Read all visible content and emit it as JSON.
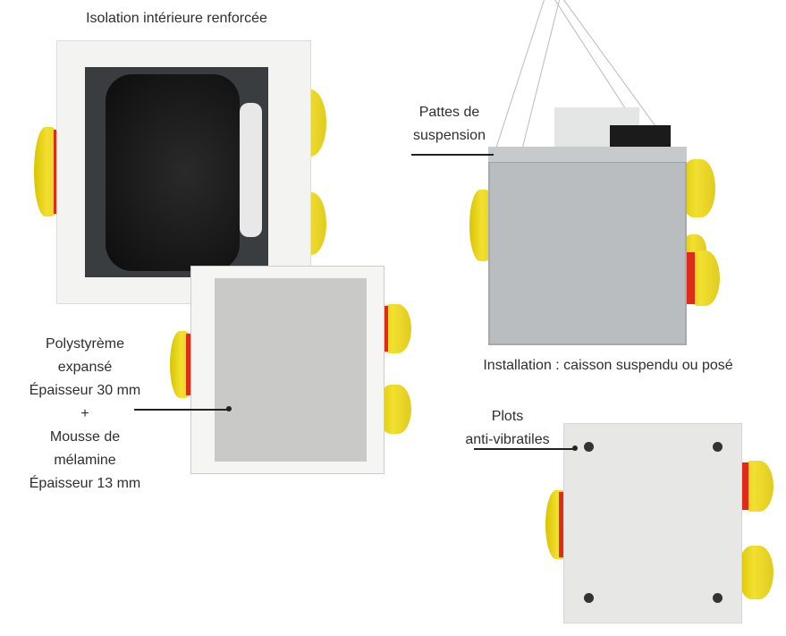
{
  "top_left": {
    "title": "Isolation intérieure renforcée"
  },
  "insulation_label": {
    "lines": [
      "Polystyrème",
      "expansé",
      "Épaisseur 30 mm",
      "+",
      "Mousse de",
      "mélamine",
      "Épaisseur 13 mm"
    ]
  },
  "suspension_label": {
    "lines": [
      "Pattes de",
      "suspension"
    ]
  },
  "installation_caption": "Installation : caisson suspendu ou posé",
  "pads_label": {
    "lines": [
      "Plots",
      "anti-vibratiles"
    ]
  },
  "colors": {
    "duct_yellow": "#f2e030",
    "duct_red": "#e02a1a",
    "casing_gray": "#b9bdc0",
    "foam_white": "#f4f4f2"
  }
}
